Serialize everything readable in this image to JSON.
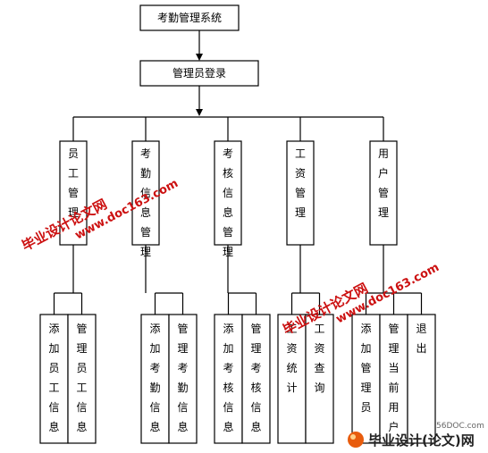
{
  "diagram": {
    "root": "考勤管理系统",
    "login": "管理员登录",
    "modules": [
      {
        "label": "员工管理",
        "children": [
          "添加员工信息",
          "管理员工信息"
        ]
      },
      {
        "label": "考勤信息管理",
        "children": [
          "添加考勤信息",
          "管理考勤信息"
        ]
      },
      {
        "label": "考核信息管理",
        "children": [
          "添加考核信息",
          "管理考核信息"
        ]
      },
      {
        "label": "工资管理",
        "children": [
          "工资统计",
          "工资查询"
        ]
      },
      {
        "label": "用户管理",
        "children": [
          "添加管理员",
          "管理当前用户",
          "退出"
        ]
      }
    ]
  },
  "watermark": {
    "line1": "毕业设计论文网",
    "line2": "www.doc163.com",
    "site": "56DOC.com",
    "brand": "毕业设计(论文)网",
    "color": "#cc1111"
  }
}
